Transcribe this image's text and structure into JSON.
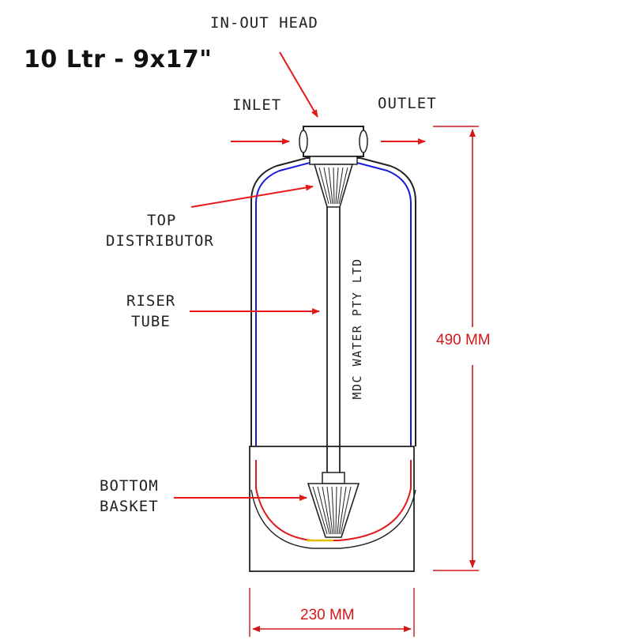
{
  "title": "10 Ltr - 9x17\"",
  "labels": {
    "in_out_head": "IN-OUT HEAD",
    "inlet": "INLET",
    "outlet": "OUTLET",
    "top_distributor_line1": "TOP",
    "top_distributor_line2": "DISTRIBUTOR",
    "riser_tube_line1": "RISER",
    "riser_tube_line2": "TUBE",
    "bottom_basket_line1": "BOTTOM",
    "bottom_basket_line2": "BASKET",
    "manufacturer": "MDC WATER PTY LTD"
  },
  "dimensions": {
    "height": "490 MM",
    "width": "230 MM"
  },
  "colors": {
    "arrow": "#e41a1a",
    "dimension": "#d01818",
    "vessel_lining": "#1a1adc",
    "base_lining": "#e41a1a",
    "outline": "#222222"
  }
}
